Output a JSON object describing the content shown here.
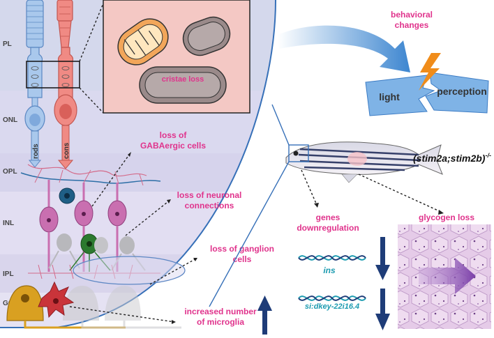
{
  "layers": {
    "pl": "PL",
    "onl": "ONL",
    "opl": "OPL",
    "inl": "INL",
    "ipl": "IPL",
    "gcl": "GCL"
  },
  "photoreceptors": {
    "rods": "rods",
    "cons": "cons"
  },
  "mitochondria": {
    "label": "cristae loss"
  },
  "effects": {
    "gaba_line1": "loss of",
    "gaba_line2": "GABAergic cells",
    "neuronal_line1": "loss of neuronal",
    "neuronal_line2": "connections",
    "ganglion_line1": "loss of ganglion",
    "ganglion_line2": "cells",
    "microglia_line1": "increased number",
    "microglia_line2": "of microglia"
  },
  "behavior": {
    "line1": "behavioral",
    "line2": "changes",
    "light": "light",
    "perception": "perception"
  },
  "fish": {
    "genotype": "(stim2a;stim2b)",
    "superscript": "-/-"
  },
  "genes": {
    "line1": "genes",
    "line2": "downregulation",
    "gene1": "ins",
    "gene2": "si:dkey-22i16.4"
  },
  "glycogen": {
    "label": "glycogen loss"
  },
  "colors": {
    "pink_text": "#e0338c",
    "rod": "#a9c8ec",
    "cone": "#f08a84",
    "navy_arrow": "#1e3c78",
    "bipolar": "#c96fb0",
    "gene_teal": "#1c9bb0"
  }
}
